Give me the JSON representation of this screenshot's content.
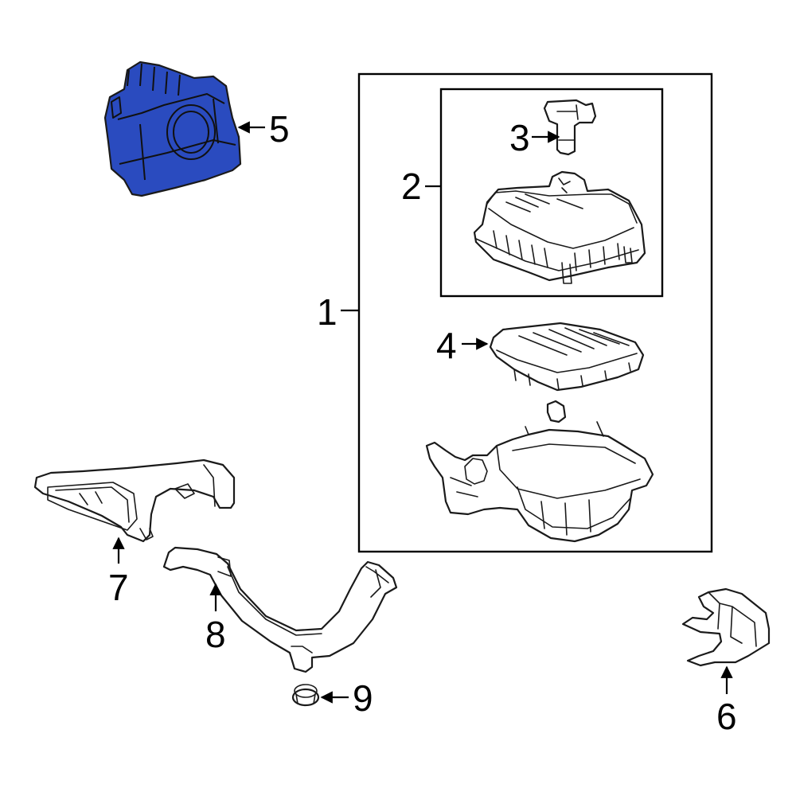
{
  "highlight_color": "#2a4bbf",
  "callouts": {
    "c1": "1",
    "c2": "2",
    "c3": "3",
    "c4": "4",
    "c5": "5",
    "c6": "6",
    "c7": "7",
    "c8": "8",
    "c9": "9"
  }
}
